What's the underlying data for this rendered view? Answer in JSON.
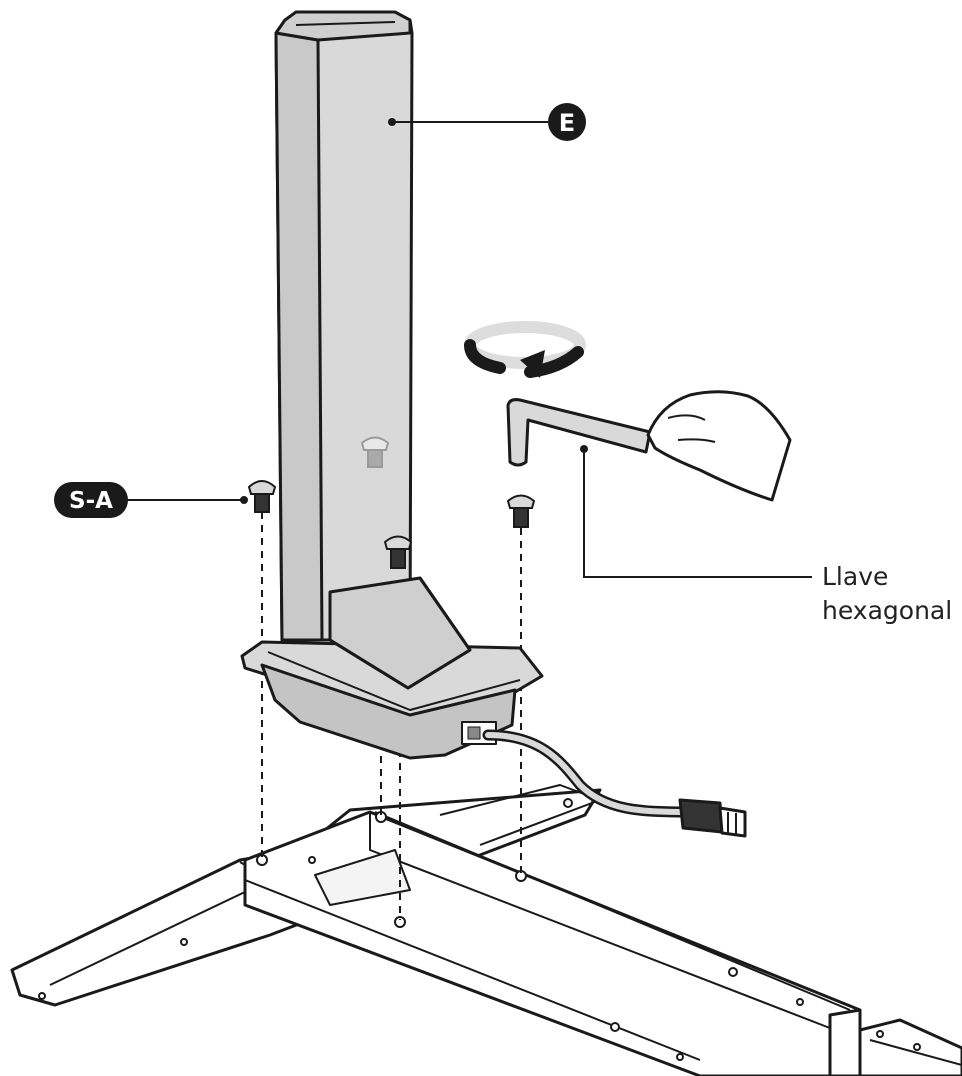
{
  "labels": {
    "part_e": "E",
    "screw_sa": "S-A",
    "tool_line1": "Llave",
    "tool_line2": "hexagonal"
  },
  "icons": {
    "rotation": "clockwise-rotation-arrow-icon",
    "hand": "hand-icon",
    "allen_key": "hex-key-icon",
    "screw": "screw-icon",
    "connector": "cable-connector-icon"
  },
  "colors": {
    "ink": "#1a1a1a",
    "metal": "#d9d9d9",
    "metal_dark": "#bdbdbd",
    "badge": "#1a1a1a"
  }
}
